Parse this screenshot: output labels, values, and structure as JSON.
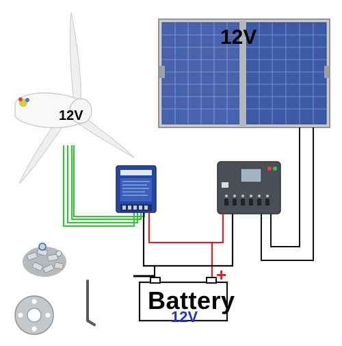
{
  "solar_panel": {
    "voltage_label": "12V"
  },
  "wind_turbine": {
    "voltage_label": "12V"
  },
  "battery": {
    "label": "Battery",
    "voltage_label": "12V"
  },
  "terminals": {
    "negative": "—",
    "positive": "+"
  },
  "colors": {
    "panel_cell": "#3d5aa8",
    "panel_frame": "#c9cbd0",
    "wire_green": "#38c23a",
    "wire_red": "#e02121",
    "wire_black": "#111111",
    "controller_blue": "#2546a3",
    "controller_gray": "#4a4f57",
    "battery_voltage_text": "#1f33c9"
  }
}
